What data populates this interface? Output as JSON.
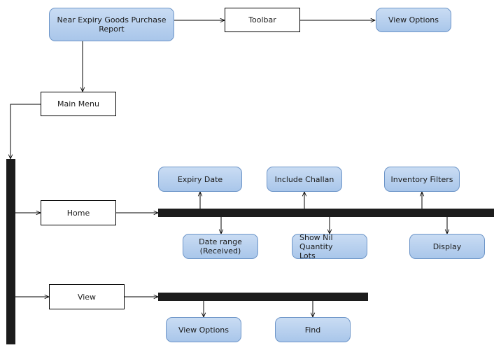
{
  "nodes": {
    "root": "Near Expiry Goods Purchase Report",
    "toolbar": "Toolbar",
    "toolbar_view_options": "View Options",
    "main_menu": "Main Menu",
    "home": "Home",
    "expiry_date": "Expiry Date",
    "include_challan": "Include Challan",
    "inventory_filters": "Inventory Filters",
    "date_range": "Date range\n(Received)",
    "show_nil": "Show Nil Quantity\nLots",
    "display": "Display",
    "view": "View",
    "view_options": "View Options",
    "find": "Find"
  },
  "colors": {
    "rounded_fill_top": "#c9dcf3",
    "rounded_fill_bottom": "#a9c6ea",
    "rounded_border": "#6d95c8",
    "bar": "#1c1c1c",
    "line": "#000000"
  }
}
